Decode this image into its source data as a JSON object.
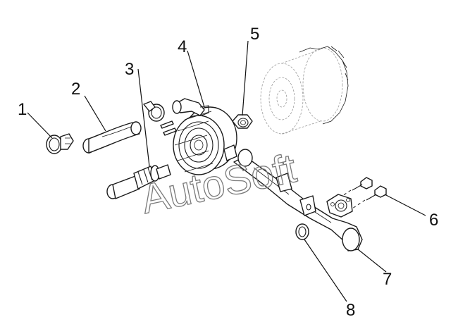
{
  "callouts": [
    {
      "id": "1",
      "label": "1"
    },
    {
      "id": "2",
      "label": "2"
    },
    {
      "id": "3",
      "label": "3"
    },
    {
      "id": "4",
      "label": "4"
    },
    {
      "id": "5",
      "label": "5"
    },
    {
      "id": "6",
      "label": "6"
    },
    {
      "id": "7",
      "label": "7"
    },
    {
      "id": "8",
      "label": "8"
    }
  ],
  "watermark": "AutoSoft"
}
